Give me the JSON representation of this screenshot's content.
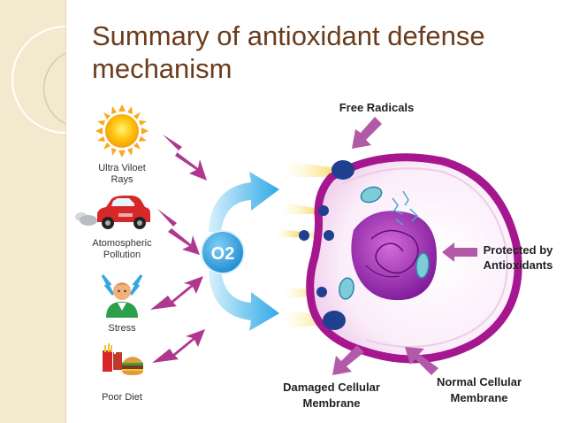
{
  "slide": {
    "title_line1": "Summary of antioxidant defense",
    "title_line2": "mechanism"
  },
  "sources": [
    {
      "line1": "Ultra Viloet",
      "line2": "Rays",
      "icon": "sun-icon"
    },
    {
      "line1": "Atomospheric",
      "line2": "Pollution",
      "icon": "car-icon"
    },
    {
      "line1": "Stress",
      "line2": "",
      "icon": "stress-person-icon"
    },
    {
      "line1": "Poor Diet",
      "line2": "",
      "icon": "fast-food-icon"
    }
  ],
  "oxygen_label": "O2",
  "labels": {
    "free_radicals": "Free Radicals",
    "protected_line1": "Protected by",
    "protected_line2": "Antioxidants",
    "damaged_line1": "Damaged Cellular",
    "damaged_line2": "Membrane",
    "normal_line1": "Normal Cellular",
    "normal_line2": "Membrane"
  },
  "colors": {
    "title": "#6b3c1c",
    "cell_membrane": "#a5168f",
    "nucleus": "#8d1fa6",
    "arrow_purple": "#b25aa8",
    "arrow_blue": "#2fa9e6",
    "radical": "#1f3f8f"
  }
}
